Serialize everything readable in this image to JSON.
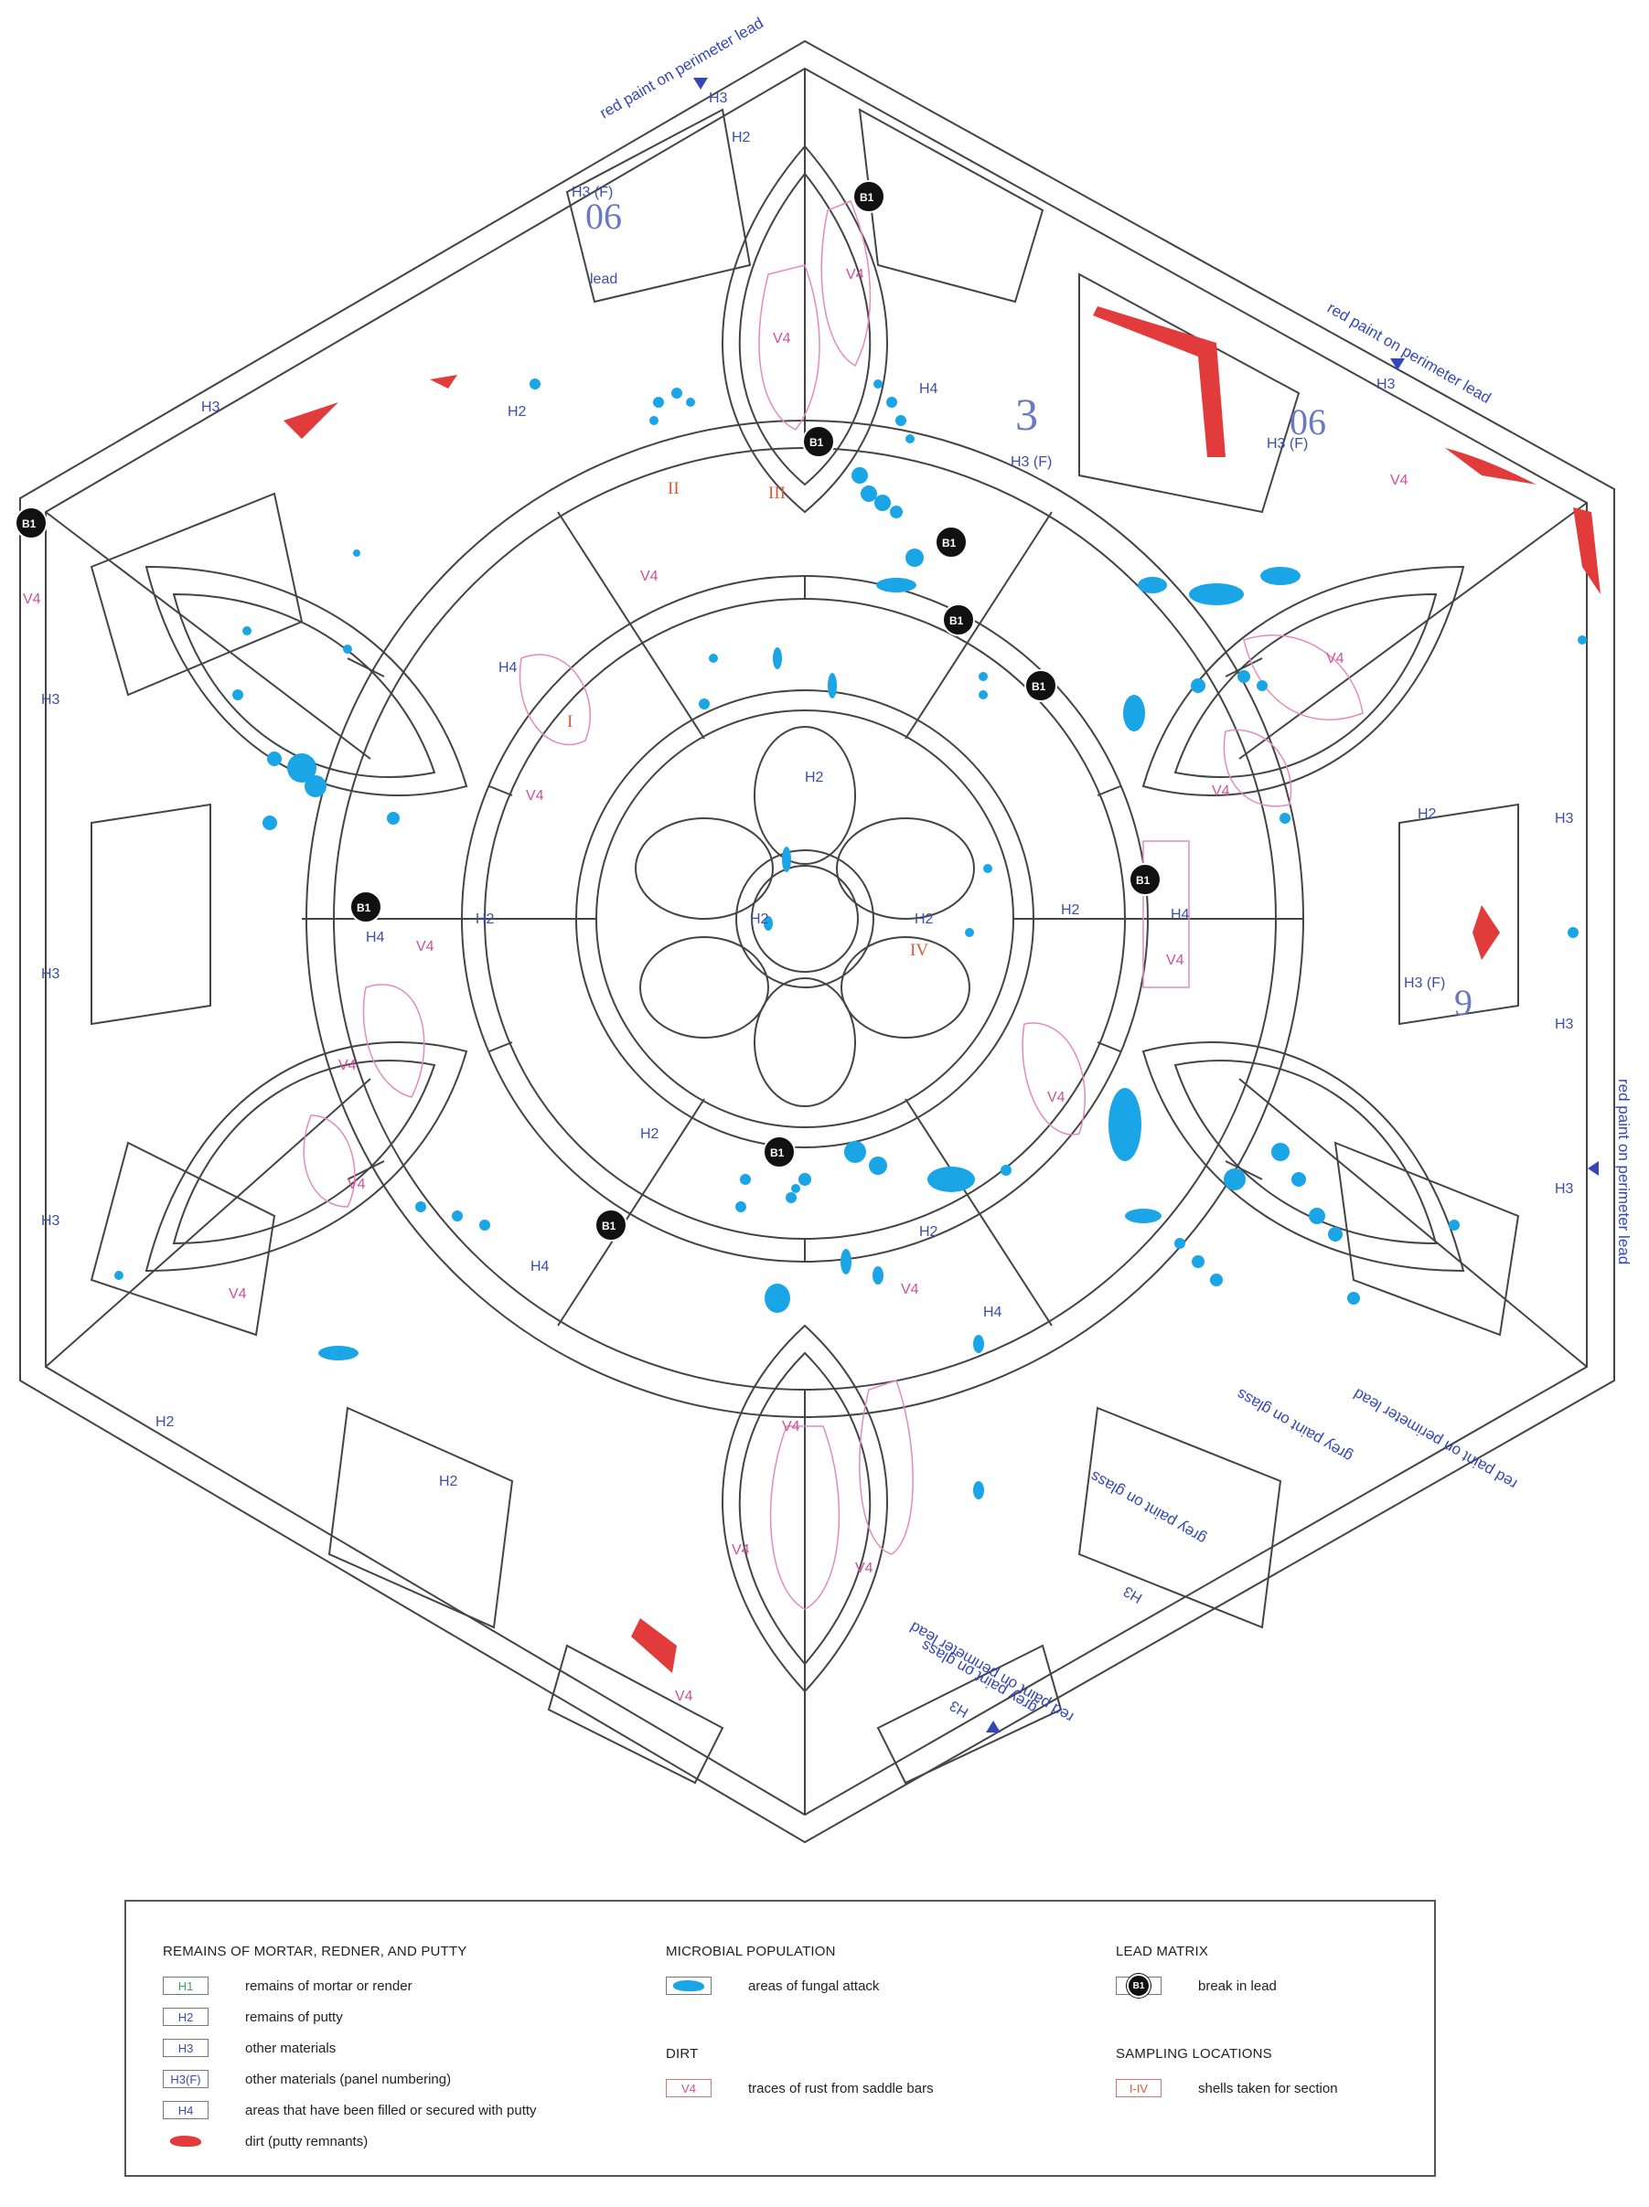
{
  "annotations": {
    "red_paint": "red paint on perimeter lead",
    "grey_paint": "grey paint on glass"
  },
  "codes": {
    "h2": "H2",
    "h3": "H3",
    "h3f": "H3 (F)",
    "h4": "H4",
    "v4": "V4",
    "break": "B1",
    "lead": "lead"
  },
  "sampling_marks": [
    "I",
    "II",
    "III",
    "IV"
  ],
  "panel_numbers": [
    "06",
    "3",
    "06",
    "9"
  ],
  "legend": {
    "mortar_heading": "REMAINS OF MORTAR, REDNER, AND PUTTY",
    "mortar_items": [
      {
        "code": "H1",
        "label": "remains of mortar or render"
      },
      {
        "code": "H2",
        "label": "remains of putty"
      },
      {
        "code": "H3",
        "label": "other materials"
      },
      {
        "code": "H3(F)",
        "label": "other materials (panel numbering)"
      },
      {
        "code": "H4",
        "label": "areas that have been filled or secured with putty"
      },
      {
        "code": "",
        "label": "dirt (putty remnants)"
      }
    ],
    "microbial_heading": "MICROBIAL POPULATION",
    "microbial_label": "areas of fungal attack",
    "dirt_heading": "DIRT",
    "dirt_code": "V4",
    "dirt_label": "traces of rust from saddle bars",
    "lead_heading": "LEAD MATRIX",
    "lead_code": "B1",
    "lead_label": "break in lead",
    "sampling_heading": "SAMPLING LOCATIONS",
    "sampling_code": "I-IV",
    "sampling_label": "shells taken for section"
  },
  "colors": {
    "lead": "#444444",
    "fungal": "#1aa6e6",
    "dirt": "#e23b3b",
    "rust": "#d0509a",
    "annotation": "#3347b8"
  }
}
